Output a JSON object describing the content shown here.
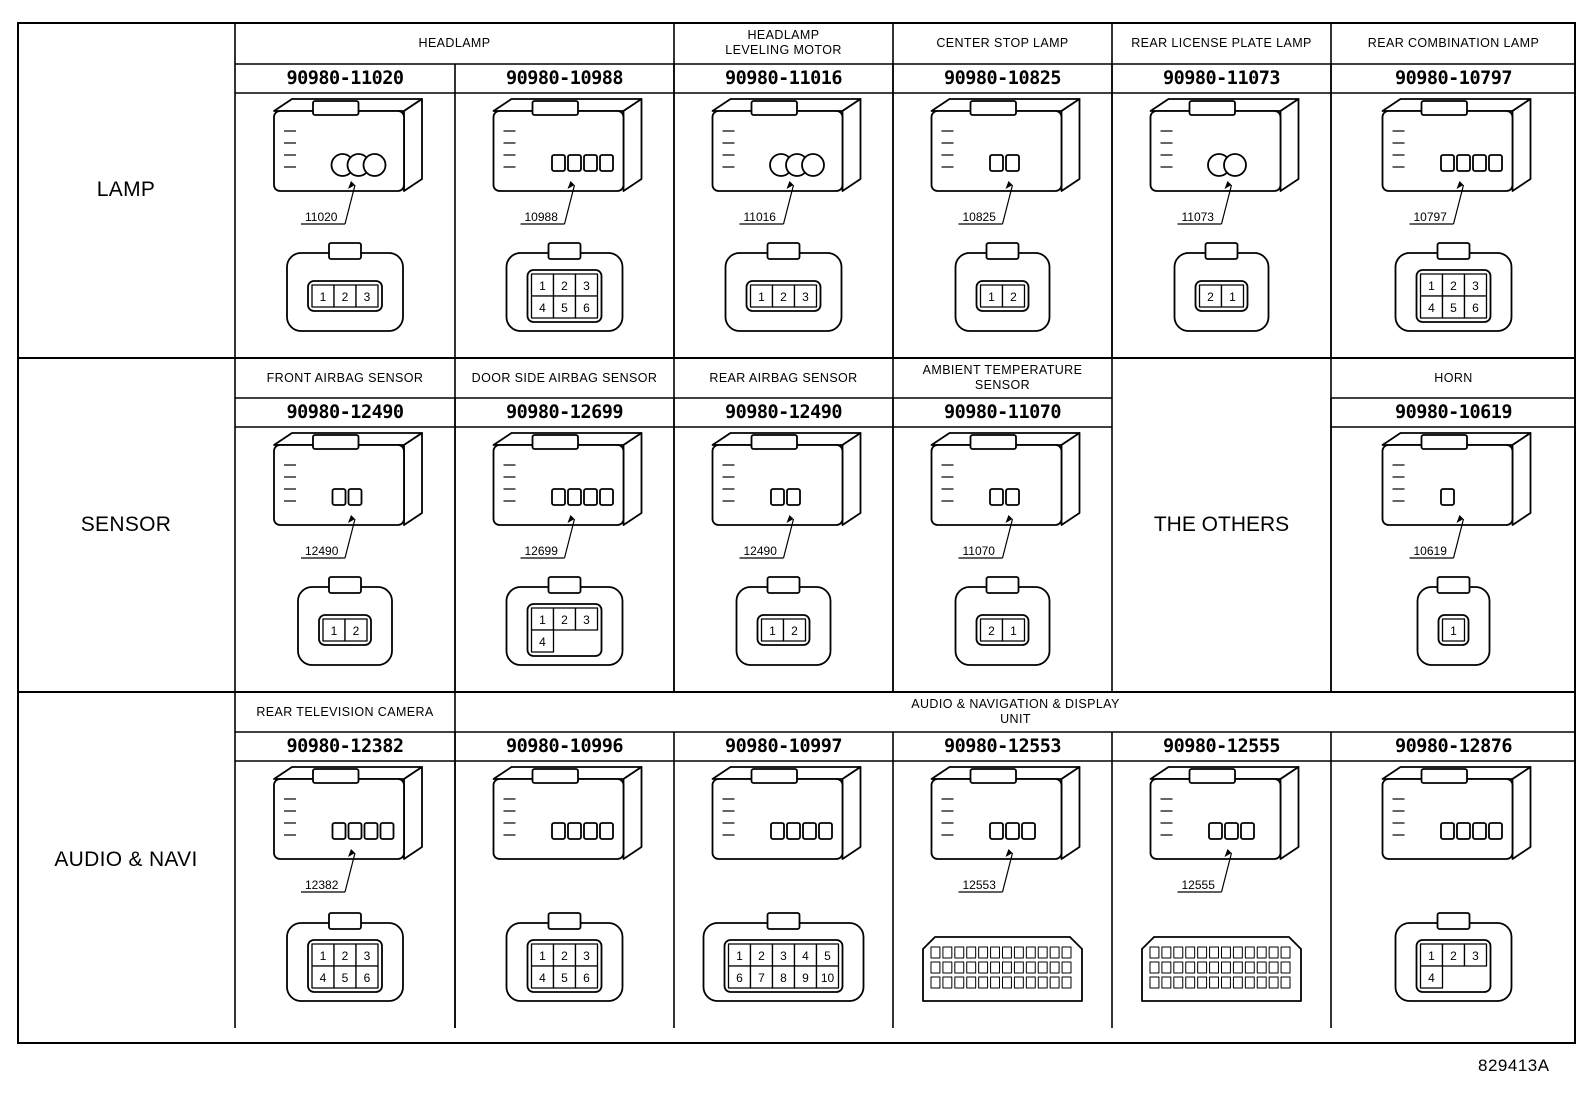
{
  "document_code": "829413A",
  "rows": [
    {
      "category": "LAMP",
      "groups": [
        {
          "title": "HEADLAMP",
          "span": 2
        },
        {
          "title": "HEADLAMP\nLEVELING MOTOR",
          "span": 1
        },
        {
          "title": "CENTER STOP LAMP",
          "span": 1
        },
        {
          "title": "REAR LICENSE PLATE LAMP",
          "span": 1
        },
        {
          "title": "REAR COMBINATION LAMP",
          "span": 1
        }
      ],
      "connectors": [
        {
          "part_number": "90980-11020",
          "callout": "11020",
          "pins": [
            "1",
            "2",
            "3"
          ]
        },
        {
          "part_number": "90980-10988",
          "callout": "10988",
          "pins": [
            "1",
            "2",
            "3",
            "4",
            "5",
            "6"
          ]
        },
        {
          "part_number": "90980-11016",
          "callout": "11016",
          "pins": [
            "1",
            "2",
            "3"
          ]
        },
        {
          "part_number": "90980-10825",
          "callout": "10825",
          "pins": [
            "1",
            "2"
          ]
        },
        {
          "part_number": "90980-11073",
          "callout": "11073",
          "pins": [
            "2",
            "1"
          ]
        },
        {
          "part_number": "90980-10797",
          "callout": "10797",
          "pins": [
            "1",
            "2",
            "3",
            "4",
            "5",
            "6"
          ]
        }
      ]
    },
    {
      "category": "SENSOR",
      "groups": [
        {
          "title": "FRONT AIRBAG SENSOR",
          "span": 1
        },
        {
          "title": "DOOR SIDE AIRBAG SENSOR",
          "span": 1
        },
        {
          "title": "REAR AIRBAG SENSOR",
          "span": 1
        },
        {
          "title": "AMBIENT TEMPERATURE\nSENSOR",
          "span": 1
        },
        {
          "title": "",
          "span": 1,
          "others": "THE OTHERS"
        },
        {
          "title": "HORN",
          "span": 1
        }
      ],
      "connectors": [
        {
          "part_number": "90980-12490",
          "callout": "12490",
          "pins": [
            "1",
            "2"
          ]
        },
        {
          "part_number": "90980-12699",
          "callout": "12699",
          "pins": [
            "1",
            "2",
            "3",
            "4"
          ]
        },
        {
          "part_number": "90980-12490",
          "callout": "12490",
          "pins": [
            "1",
            "2"
          ]
        },
        {
          "part_number": "90980-11070",
          "callout": "11070",
          "pins": [
            "2",
            "1"
          ]
        },
        null,
        {
          "part_number": "90980-10619",
          "callout": "10619",
          "pins": [
            "1"
          ]
        }
      ]
    },
    {
      "category": "AUDIO & NAVI",
      "groups": [
        {
          "title": "REAR TELEVISION CAMERA",
          "span": 1
        },
        {
          "title": "AUDIO & NAVIGATION & DISPLAY\nUNIT",
          "span": 5
        }
      ],
      "connectors": [
        {
          "part_number": "90980-12382",
          "callout": "12382",
          "pins": [
            "1",
            "2",
            "3",
            "4",
            "5",
            "6"
          ]
        },
        {
          "part_number": "90980-10996",
          "callout": "",
          "pins": [
            "1",
            "2",
            "3",
            "4",
            "5",
            "6"
          ]
        },
        {
          "part_number": "90980-10997",
          "callout": "",
          "pins": [
            "1",
            "2",
            "3",
            "4",
            "5",
            "6",
            "7",
            "8",
            "9",
            "10"
          ]
        },
        {
          "part_number": "90980-12553",
          "callout": "12553",
          "pins": []
        },
        {
          "part_number": "90980-12555",
          "callout": "12555",
          "pins": []
        },
        {
          "part_number": "90980-12876",
          "callout": "",
          "pins": [
            "1",
            "2",
            "3",
            "4"
          ]
        }
      ]
    }
  ]
}
